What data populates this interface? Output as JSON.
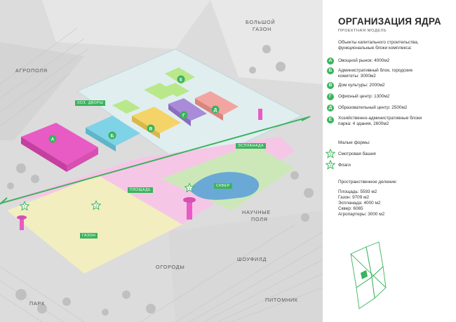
{
  "title": "ОРГАНИЗАЦИЯ ЯДРА",
  "subtitle": "ПРОЕКТНАЯ МОДЕЛЬ",
  "objects_intro": "Объекты капитального строительства, функциональные блоки комплекса:",
  "objects": [
    {
      "badge": "А",
      "text": "Овощной рынок: 4000м2"
    },
    {
      "badge": "Б",
      "text": "Административный блок, городские комитеты: 3000м2"
    },
    {
      "badge": "В",
      "text": "Дом культуры: 2000м2"
    },
    {
      "badge": "Г",
      "text": "Офисный центр: 1300м2"
    },
    {
      "badge": "Д",
      "text": "Образовательный центр: 2500м2"
    },
    {
      "badge": "Е",
      "text": "Хозяйственно-административные блоки парка: 4 здания, 2600м2"
    }
  ],
  "small_forms_title": "Малые формы:",
  "small_forms": [
    {
      "badge": "1",
      "text": "Смотровая башня"
    },
    {
      "badge": "2",
      "text": "Флаги"
    }
  ],
  "division_title": "Пространственное деление:",
  "division": [
    "Площадь: 5593 м2",
    "Газон: 9709 м2",
    "Эспланада: 4000 м2",
    "Сквер: 6065",
    "Агропартеры: 3000 м2"
  ],
  "map": {
    "area_labels": [
      "БОЛЬШОЙ",
      "ГАЗОН",
      "АГРОПОЛЯ",
      "НАУЧНЫЕ",
      "ПОЛЯ",
      "ОГОРОДЫ",
      "ШОУФИЛД",
      "ПАРК",
      "ПИТОМНИК"
    ],
    "tags": [
      "ХОЗ. ДВОРЫ",
      "ЭСПЛАНАДА",
      "ПЛОЩАДЬ",
      "СКВЕР",
      "ГАЗОН"
    ],
    "building_letters": [
      "А",
      "Б",
      "В",
      "Г",
      "Д",
      "Е"
    ],
    "star_numbers": [
      "1",
      "2",
      "3"
    ],
    "colors": {
      "market": "#e85bc4",
      "admin": "#7fd3e6",
      "culture": "#f4d468",
      "office": "#a98bd9",
      "education": "#f2a5a0",
      "utility": "#b9e88a",
      "plaza": "#f6c6e6",
      "lawn": "#f2eec0",
      "accent": "#3bb35d",
      "water": "#6aa9d6"
    }
  }
}
